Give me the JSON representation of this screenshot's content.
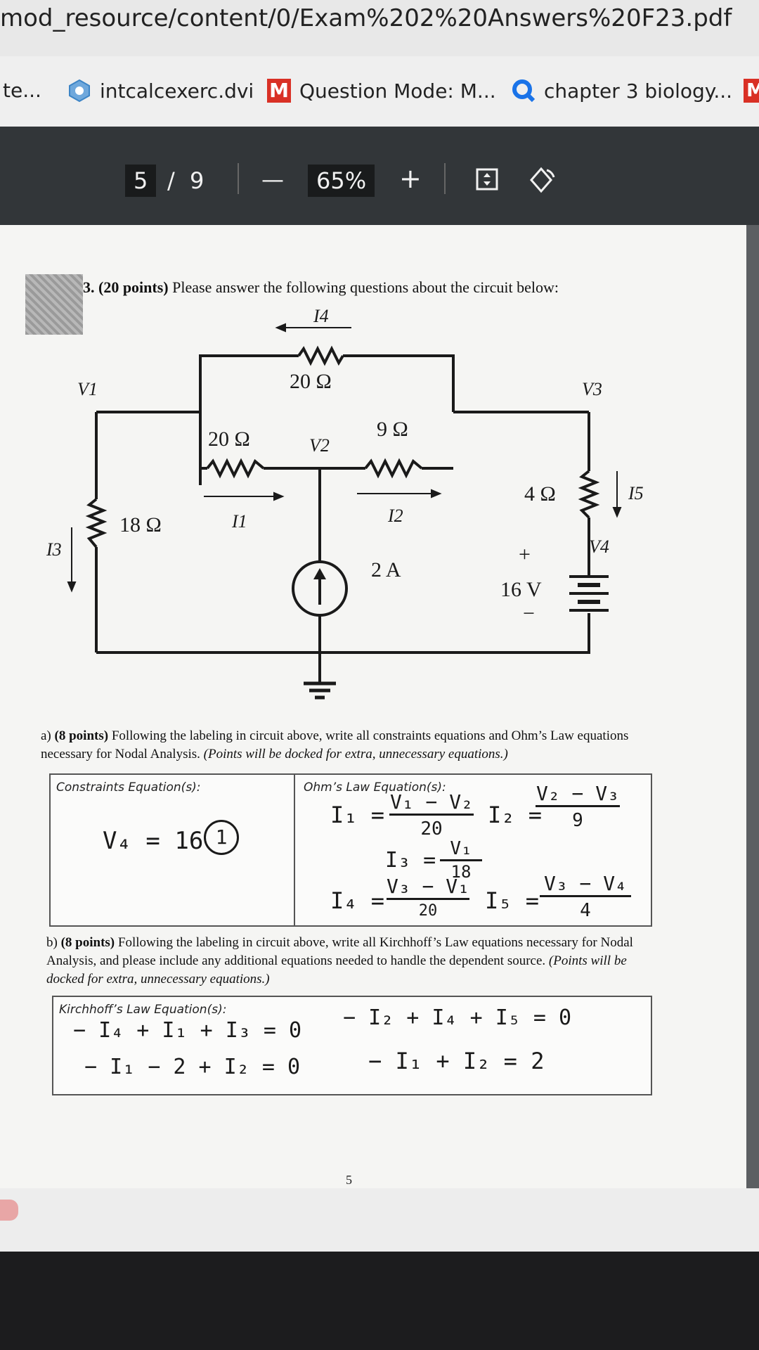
{
  "browser": {
    "url": "mod_resource/content/0/Exam%202%20Answers%20F23.pdf",
    "bookmarks": [
      {
        "label": "te...",
        "icon": "none"
      },
      {
        "label": "intcalcexerc.dvi",
        "icon": "globe-icon"
      },
      {
        "label": "Question Mode: M...",
        "icon": "m-logo-icon"
      },
      {
        "label": "chapter 3 biology...",
        "icon": "search-icon"
      },
      {
        "label": "M",
        "icon": "m-logo-icon"
      }
    ]
  },
  "pdf_toolbar": {
    "page_current": "5",
    "page_sep": "/",
    "page_total": "9",
    "zoom_out": "—",
    "zoom": "65%",
    "zoom_in": "+"
  },
  "question": {
    "number": "3.",
    "points": "(20 points)",
    "prompt": "Please answer the following questions about the circuit below:"
  },
  "circuit": {
    "labels": {
      "I4": "I4",
      "V1": "V1",
      "V2": "V2",
      "V3": "V3",
      "V4": "V4",
      "I1": "I1",
      "I2": "I2",
      "I3": "I3",
      "I5": "I5",
      "r_top": "20 Ω",
      "r_left": "20 Ω",
      "r_mid": "9 Ω",
      "r_side": "18 Ω",
      "r_right": "4 Ω",
      "src_current": "2 A",
      "src_voltage": "16 V",
      "plus": "+",
      "minus": "−"
    }
  },
  "part_a": {
    "label": "a)",
    "points": "(8 points)",
    "text": "Following the labeling in circuit above, write all constraints equations and Ohm’s Law equations necessary for Nodal Analysis.",
    "note": "(Points will be docked for extra, unnecessary equations.)",
    "constraints_header": "Constraints Equation(s):",
    "constraints_answer": "V₄ = 16",
    "constraints_mark": "1",
    "ohms_header": "Ohm’s Law Equation(s):",
    "ohms": {
      "i1_lhs": "I₁ =",
      "i1_num": "V₁ − V₂",
      "i1_den": "20",
      "i2_lhs": "I₂ =",
      "i2_num": "V₂ − V₃",
      "i2_den": "9",
      "i3_lhs": "I₃ =",
      "i3_num": "V₁",
      "i3_den": "18",
      "i4_lhs": "I₄ =",
      "i4_num": "V₃ − V₁",
      "i4_den": "20",
      "i5_lhs": "I₅ =",
      "i5_num": "V₃ − V₄",
      "i5_den": "4"
    }
  },
  "part_b": {
    "label": "b)",
    "points": "(8 points)",
    "text": "Following the labeling in circuit above, write all Kirchhoff’s Law equations necessary for Nodal Analysis, and please include any additional equations needed to handle the dependent source.",
    "note": "(Points will be docked for extra, unnecessary equations.)",
    "kcl_header": "Kirchhoff’s Law Equation(s):",
    "eq1": "− I₄ + I₁ + I₃ = 0",
    "eq2": "− I₁ − 2 + I₂ = 0",
    "eq3": "− I₂ + I₄ + I₅ = 0",
    "eq4": "− I₁ + I₂ = 2"
  },
  "page_number": "5",
  "colors": {
    "toolbar": "#323639",
    "paper": "#f5f5f3",
    "accent_m": "#d93025",
    "accent_search": "#1a73e8"
  }
}
